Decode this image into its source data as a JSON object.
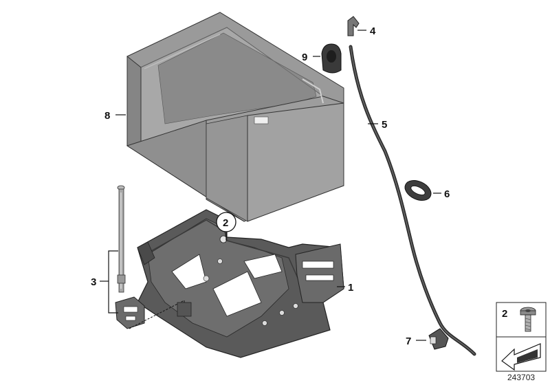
{
  "callouts": {
    "c1": "1",
    "c2": "2",
    "c3": "3",
    "c4": "4",
    "c5": "5",
    "c6": "6",
    "c7": "7",
    "c8": "8",
    "c9": "9"
  },
  "legend": {
    "part_number": "2"
  },
  "drawing_number": "243703",
  "colors": {
    "part_fill": "#8c8c8c",
    "part_dark": "#4a4a4a",
    "part_light": "#b5b5b5",
    "outline": "#222222"
  }
}
